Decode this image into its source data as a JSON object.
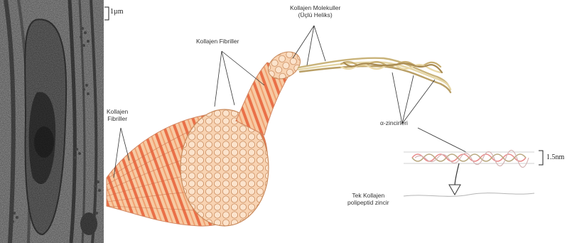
{
  "scale_bar_micrograph": "1µm",
  "labels": {
    "fibrils_left_line1": "Kollajen",
    "fibrils_left_line2": "Fibriller",
    "fibrils_top": "Kollajen Fibriller",
    "molecules_line1": "Kollajen Molekuller",
    "molecules_line2": "(Üçlü Heliks)",
    "alpha_chains": "α-zincirleri",
    "single_chain_line1": "Tek Kollajen",
    "single_chain_line2": "polipeptid zincir"
  },
  "scale_bar_helix": "1.5nm",
  "colors": {
    "fibril_fill": "#f6c9a4",
    "fibril_stripe": "#e85c3a",
    "helix_strand": "#d9c79a",
    "helix_red": "#e88080"
  }
}
